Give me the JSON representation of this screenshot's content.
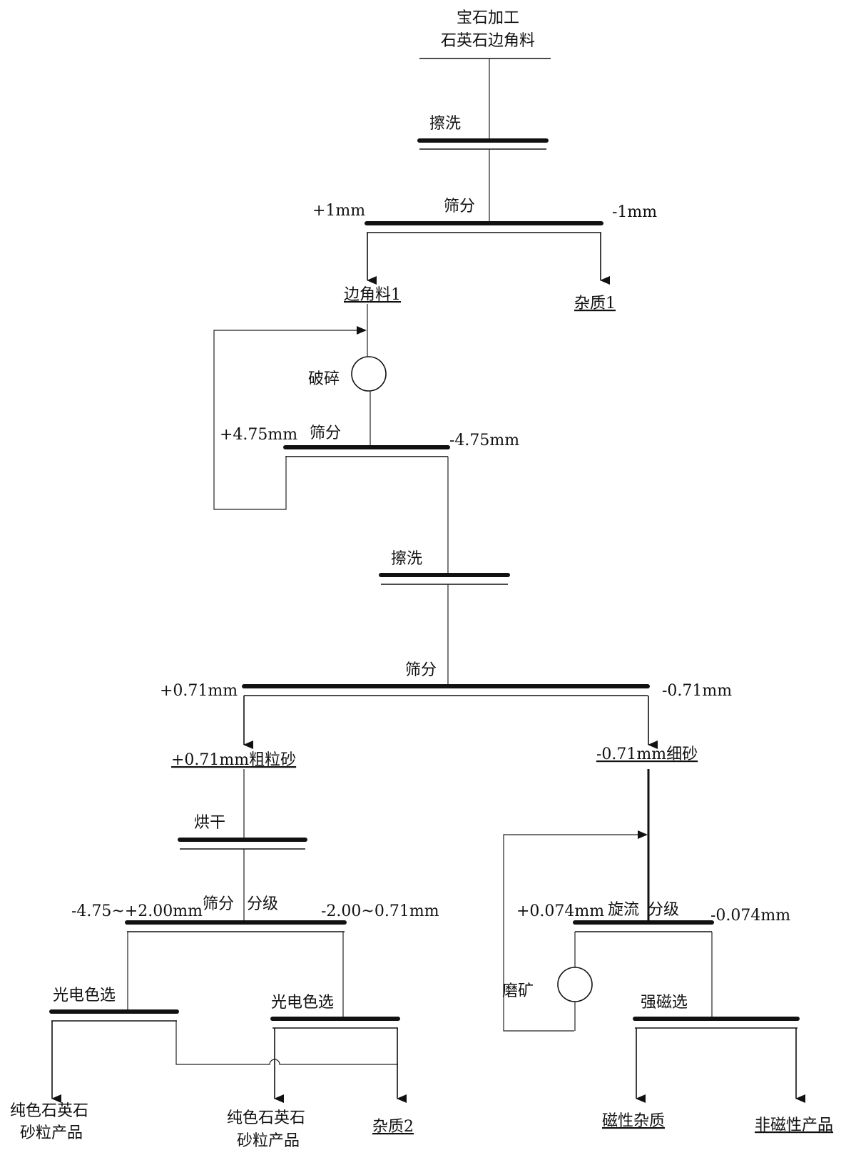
{
  "feed": {
    "line1": "宝石加工",
    "line2": "石英石边角料"
  },
  "steps": {
    "scrub1": "擦洗",
    "screen1": "筛分",
    "screen1_plus": "+1mm",
    "screen1_minus": "-1mm",
    "scrap1": "边角料1",
    "impurity1": "杂质1",
    "crush": "破碎",
    "screen2": "筛分",
    "screen2_plus": "+4.75mm",
    "screen2_minus": "-4.75mm",
    "scrub2": "擦洗",
    "screen3": "筛分",
    "screen3_plus": "+0.71mm",
    "screen3_minus": "-0.71mm",
    "coarse_sand": "+0.71mm粗粒砂",
    "fine_sand": "-0.71mm细砂",
    "dry": "烘干",
    "screen4_a": "筛分",
    "screen4_b": "分级",
    "screen4_left": "-4.75~+2.00mm",
    "screen4_right": "-2.00~0.71mm",
    "sort_left": "光电色选",
    "sort_right": "光电色选",
    "product_left_1": "纯色石英石",
    "product_left_2": "砂粒产品",
    "product_mid_1": "纯色石英石",
    "product_mid_2": "砂粒产品",
    "impurity2": "杂质2",
    "cyclone_a": "旋流",
    "cyclone_b": "分级",
    "cyclone_plus": "+0.074mm",
    "cyclone_minus": "-0.074mm",
    "grind": "磨矿",
    "magnetic": "强磁选",
    "magnetic_impurity": "磁性杂质",
    "nonmagnetic_product": "非磁性产品"
  }
}
